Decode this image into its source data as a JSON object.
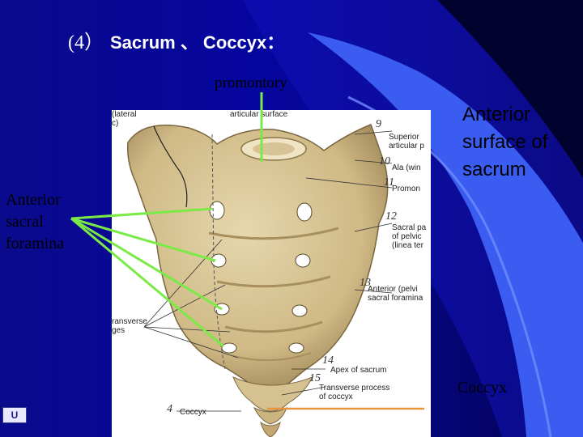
{
  "slide": {
    "title_number": "(4）",
    "title_text": "Sacrum 、 Coccyx：",
    "label_promontory": "promontory",
    "label_anterior_foramina": [
      "Anterior",
      "sacral",
      "foramina"
    ],
    "label_anterior_surface": [
      "Anterior",
      "surface of",
      "sacrum"
    ],
    "label_coccyx": "Coccyx",
    "logo_text": "U"
  },
  "figure": {
    "labels": {
      "lateral": [
        "(lateral",
        "c)"
      ],
      "articular_surface": "articular surface",
      "superior_articular": [
        "Superior",
        "articular p"
      ],
      "ala": "Ala (win",
      "promon": "Promon",
      "sacral_part": [
        "Sacral pa",
        "of pelvic",
        "(linea ter"
      ],
      "anterior_pelvic": [
        "Anterior (pelvi",
        "sacral foramina"
      ],
      "transverse_ridges": [
        "ransverse",
        "ges"
      ],
      "apex": "Apex of sacrum",
      "transverse_process": [
        "Transverse process",
        "of coccyx"
      ],
      "coccyx": "Coccyx"
    },
    "numbers": {
      "n9": "9",
      "n10": "10",
      "n11": "11",
      "n12": "12",
      "n13": "13",
      "n14": "14",
      "n15": "15",
      "n4": "4"
    }
  },
  "colors": {
    "background_blue": "#0606a0",
    "accent_light_blue": "#4a6cf0",
    "pointer_green": "#7aea46",
    "pointer_orange": "#e8943a",
    "bone": "#d8c69a"
  }
}
